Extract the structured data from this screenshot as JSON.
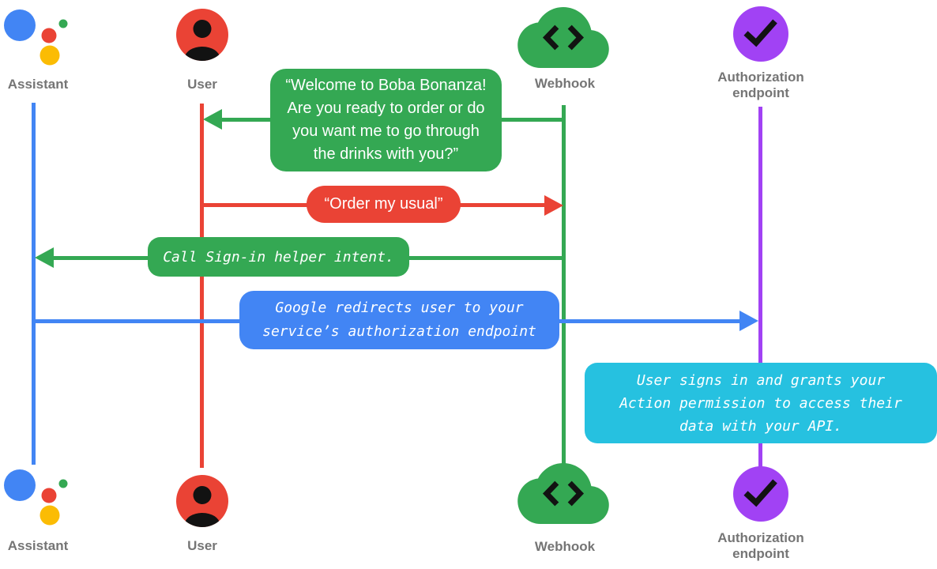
{
  "colors": {
    "assistant_blue": "#4285F4",
    "user_red": "#EA4335",
    "webhook_green": "#34A853",
    "auth_purple": "#A142F4",
    "info_cyan": "#26C1E0",
    "logo_yellow": "#FBBC04",
    "label_gray": "#757575",
    "glyph_dark": "#121212",
    "bubble_text": "#ffffff"
  },
  "actors": {
    "assistant": {
      "label": "Assistant",
      "icon": "google-assistant-logo",
      "color": "#4285F4"
    },
    "user": {
      "label": "User",
      "icon": "person-circle",
      "color": "#EA4335"
    },
    "webhook": {
      "label": "Webhook",
      "icon": "cloud-code",
      "color": "#34A853"
    },
    "auth_endpoint": {
      "label": "Authorization endpoint",
      "icon": "check-circle",
      "color": "#A142F4"
    }
  },
  "messages": {
    "welcome": {
      "text": "“Welcome to Boba Bonanza!\nAre you ready to order or do\nyou want me to go through\nthe drinks with you?”",
      "from": "webhook",
      "to": "user",
      "style": "speech",
      "color": "#34A853"
    },
    "order_usual": {
      "text": "“Order my usual”",
      "from": "user",
      "to": "webhook",
      "style": "speech",
      "color": "#EA4335"
    },
    "sign_in_helper": {
      "text": "Call Sign-in helper intent.",
      "from": "webhook",
      "to": "assistant",
      "style": "system",
      "color": "#34A853"
    },
    "redirect": {
      "text": "Google redirects user to your\nservice’s authorization endpoint",
      "from": "assistant",
      "to": "auth_endpoint",
      "style": "system",
      "color": "#4285F4"
    },
    "grant": {
      "text": "User signs in and grants your\nAction permission to access their\ndata with your API.",
      "on": "auth_endpoint",
      "style": "note",
      "color": "#26C1E0"
    }
  }
}
